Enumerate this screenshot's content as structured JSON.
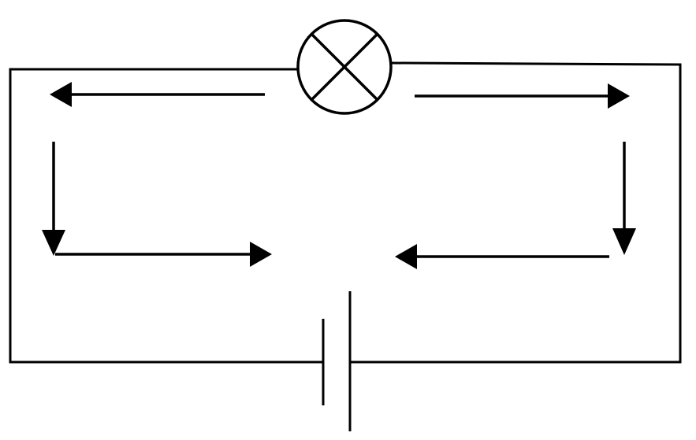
{
  "diagram": {
    "type": "circuit",
    "components": [
      {
        "kind": "lamp",
        "symbol": "circle-with-cross",
        "icon": "lamp-icon"
      },
      {
        "kind": "cell",
        "symbol": "long-and-short-plates",
        "icon": "cell-icon"
      }
    ],
    "current_arrows": [
      {
        "segment": "top-left",
        "direction": "left"
      },
      {
        "segment": "top-right",
        "direction": "right"
      },
      {
        "segment": "left-side",
        "direction": "down"
      },
      {
        "segment": "right-side",
        "direction": "down"
      },
      {
        "segment": "lower-left",
        "direction": "right"
      },
      {
        "segment": "lower-right",
        "direction": "left"
      }
    ],
    "colors": {
      "line": "#000000",
      "background": "#ffffff"
    }
  }
}
